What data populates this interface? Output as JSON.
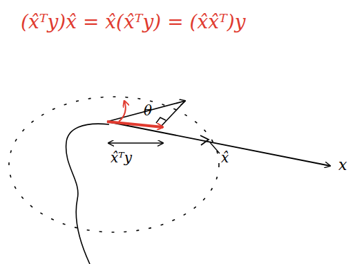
{
  "diagram": {
    "labels": [
      "(x̂ᵀy)x̂ = x̂(x̂ᵀy) = (x̂x̂ᵀ)y",
      "θ",
      "x̂ᵀy",
      "x̂",
      "x"
    ]
  }
}
